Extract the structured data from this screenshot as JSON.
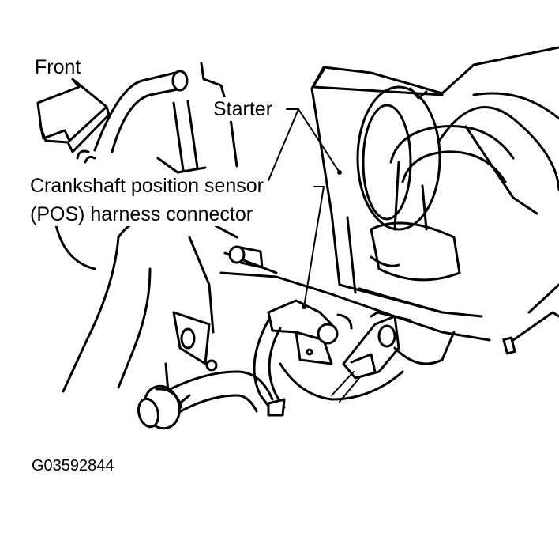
{
  "labels": {
    "front": "Front",
    "starter": "Starter",
    "sensor_line1": "Crankshaft position sensor",
    "sensor_line2": "(POS) harness connector"
  },
  "figure_id": "G03592844"
}
